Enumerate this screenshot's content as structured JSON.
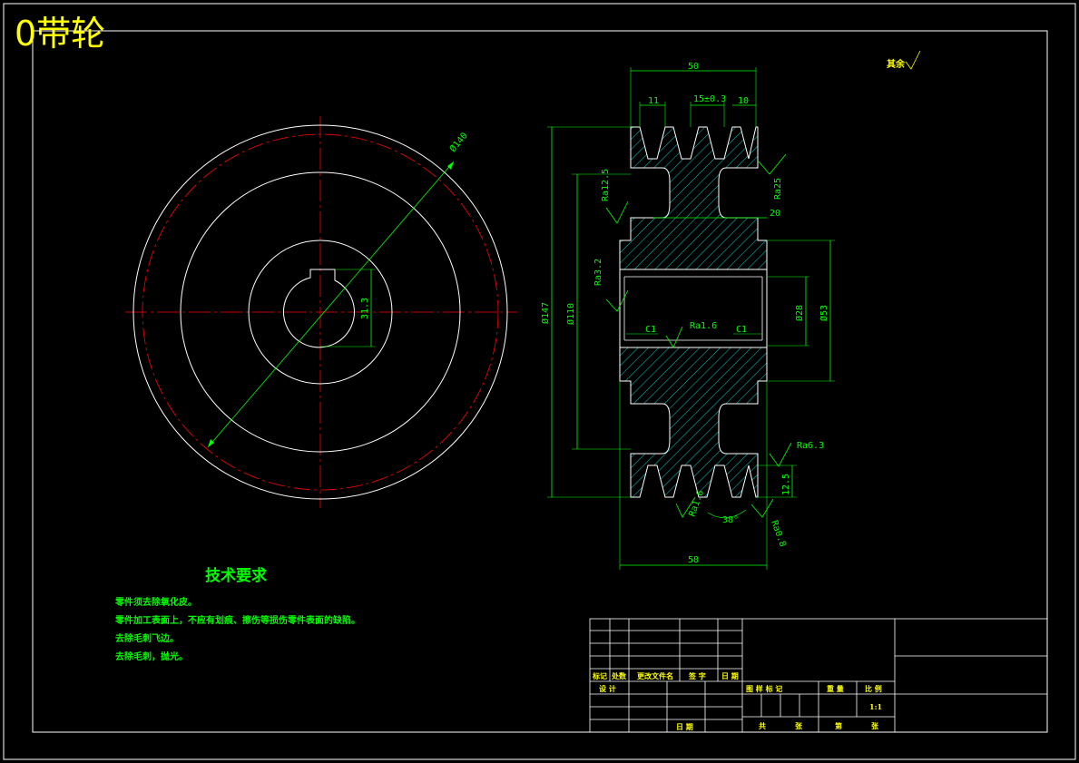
{
  "drawing": {
    "title": "0带轮",
    "roughness_note": "其余"
  },
  "technical_requirements": {
    "heading": "技术要求",
    "items": [
      "零件须去除氧化皮。",
      "零件加工表面上，不应有划痕、擦伤等损伤零件表面的缺陷。",
      "去除毛刺飞边。",
      "去除毛刺，抛光。"
    ]
  },
  "dimensions": {
    "front_dia": "Ø140",
    "keyway": "31.3",
    "overall_width": "50",
    "groove_pitch_a": "11",
    "groove_pitch_b": "15±0.3",
    "groove_top": "10",
    "dia_147": "Ø147",
    "dia_110": "Ø110",
    "dia_28": "Ø28",
    "dia_53": "Ø53",
    "hub_width": "58",
    "groove_depth": "12.5",
    "web_width": "20",
    "chamfer_left": "C1",
    "chamfer_right": "C1",
    "angle": "38°"
  },
  "roughness": {
    "ra125": "Ra12.5",
    "ra25": "Ra25",
    "ra32": "Ra3.2",
    "ra16_bore": "Ra1.6",
    "ra63": "Ra6.3",
    "ra16_groove": "Ra1.6",
    "ra08": "Ra0.8"
  },
  "title_block": {
    "col_labels": [
      "标记",
      "处数",
      "更改文件名",
      "签 字",
      "日 期"
    ],
    "design": "设 计",
    "date": "日 期",
    "stage_mark": "图 样 标 记",
    "weight": "重 量",
    "scale_label": "比 例",
    "scale_value": "1:1",
    "sheets_total": "共",
    "sheets_unit": "张",
    "sheet_no": "第",
    "sheet_unit": "张"
  },
  "colors": {
    "outline": "#ffffff",
    "dimension": "#00ff00",
    "centerline": "#ff0000",
    "title": "#ffff00",
    "hatch": "#00ffff"
  }
}
